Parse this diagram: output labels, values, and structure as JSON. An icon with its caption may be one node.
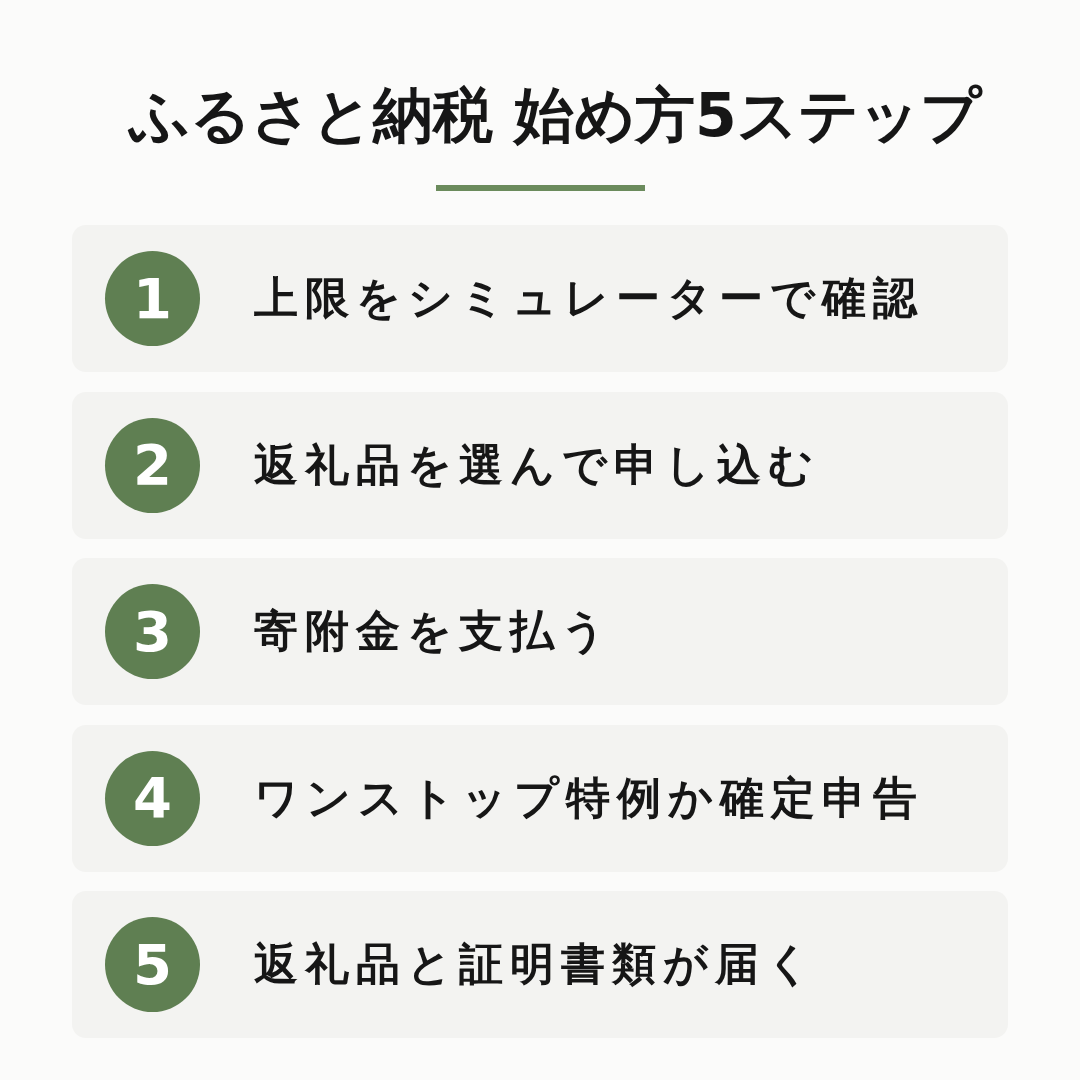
{
  "diagram": {
    "title": "ふるさと納税 始め方5ステップ",
    "nodes": [
      {
        "text": [
          "上限をシミュレーターで確認"
        ]
      },
      {
        "text": [
          "1"
        ],
        "in": 0
      },
      {
        "text": [
          "返礼品を選んで申し込む"
        ]
      },
      {
        "text": [
          "2"
        ],
        "in": 2
      },
      {
        "text": [
          "寄附金を支払う"
        ]
      },
      {
        "text": [
          "3"
        ],
        "in": 4
      },
      {
        "text": [
          "ワンストップ特例か確定申告"
        ]
      },
      {
        "text": [
          "4"
        ],
        "in": 6
      },
      {
        "text": [
          "返礼品と証明書類が届く"
        ]
      },
      {
        "text": [
          "5"
        ],
        "in": 8
      }
    ]
  }
}
